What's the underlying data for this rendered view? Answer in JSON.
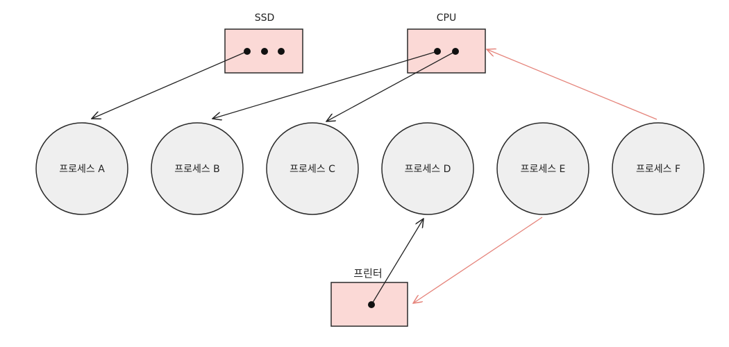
{
  "resources": {
    "ssd": {
      "label": "SSD"
    },
    "cpu": {
      "label": "CPU"
    },
    "printer": {
      "label": "프린터"
    }
  },
  "processes": [
    {
      "label": "프로세스 A"
    },
    {
      "label": "프로세스 B"
    },
    {
      "label": "프로세스 C"
    },
    {
      "label": "프로세스 D"
    },
    {
      "label": "프로세스 E"
    },
    {
      "label": "프로세스 F"
    }
  ],
  "colors": {
    "box_fill": "#fbd9d6",
    "box_stroke": "#2a2a2a",
    "circle_fill": "#efefef",
    "circle_stroke": "#2a2a2a",
    "arrow_black": "#222222",
    "arrow_red": "#e5847b"
  }
}
